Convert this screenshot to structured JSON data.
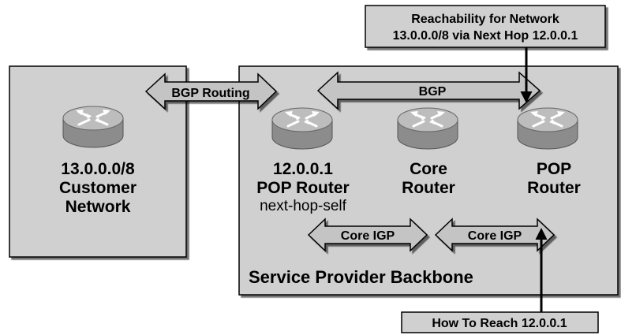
{
  "callouts": {
    "top_line1": "Reachability for Network",
    "top_line2": "13.0.0.0/8 via Next Hop 12.0.0.1",
    "bottom": "How To Reach 12.0.0.1"
  },
  "arrows": {
    "bgp_routing": "BGP Routing",
    "bgp": "BGP",
    "core_igp_left": "Core IGP",
    "core_igp_right": "Core IGP"
  },
  "customer": {
    "line1": "13.0.0.0/8",
    "line2": "Customer",
    "line3": "Network"
  },
  "routers": {
    "pop1_line1": "12.0.0.1",
    "pop1_line2": "POP Router",
    "pop1_line3": "next-hop-self",
    "core_line1": "Core",
    "core_line2": "Router",
    "pop2_line1": "POP",
    "pop2_line2": "Router"
  },
  "backbone": {
    "title": "Service Provider Backbone"
  },
  "colors": {
    "region_fill": "#d0d0d0",
    "arrow_fill": "#c4c4c4",
    "router_top": "#b9b9b9",
    "router_side": "#8c8c8c"
  }
}
